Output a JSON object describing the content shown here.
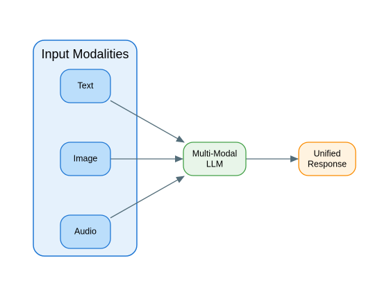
{
  "group": {
    "title": "Input Modalities"
  },
  "nodes": {
    "text": {
      "label": "Text"
    },
    "image": {
      "label": "Image"
    },
    "audio": {
      "label": "Audio"
    },
    "llm": {
      "line1": "Multi-Modal",
      "line2": "LLM"
    },
    "response": {
      "line1": "Unified",
      "line2": "Response"
    }
  },
  "colors": {
    "group_fill": "#e5f1fc",
    "group_stroke": "#1f77d4",
    "input_fill": "#bbdefb",
    "input_stroke": "#1f77d4",
    "llm_fill": "#e8f5e9",
    "llm_stroke": "#43a047",
    "response_fill": "#fff3e0",
    "response_stroke": "#fb8c00",
    "edge": "#546e7a"
  },
  "edges": [
    {
      "from": "text",
      "to": "llm"
    },
    {
      "from": "image",
      "to": "llm"
    },
    {
      "from": "audio",
      "to": "llm"
    },
    {
      "from": "llm",
      "to": "response"
    }
  ]
}
